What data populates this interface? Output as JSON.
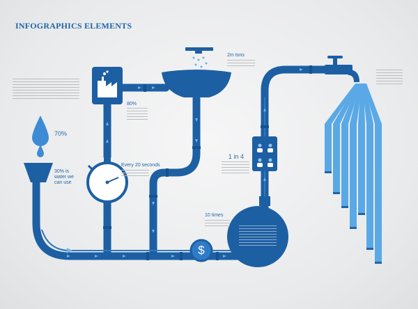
{
  "title": "INFOGRAPHICS ELEMENTS",
  "colors": {
    "pipe": "#1d5fa3",
    "pipe_light": "#2f78bf",
    "water": "#6fb3e8",
    "accent_text": "#1f66a8"
  },
  "labels": {
    "tons": "2m tons",
    "pct80": "80%",
    "pct70": "70%",
    "every20": "Every 20 seconds",
    "one_in_four": "1 in 4",
    "ten_times": "10 times",
    "waste_note": "30% is water we can use",
    "dollar": "$"
  },
  "icons": [
    "factory-icon",
    "droplet-icon",
    "stopwatch-icon",
    "people-icon",
    "faucet-icon",
    "bowl-icon",
    "dollar-icon"
  ]
}
